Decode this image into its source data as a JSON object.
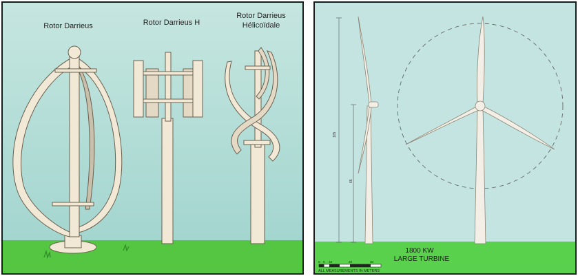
{
  "left_panel": {
    "labels": {
      "darrieus": "Rotor Darrieus",
      "darrieus_h": "Rotor Darrieus H",
      "helicoidal_line1": "Rotor Darrieus",
      "helicoidal_line2": "Hélicoïdale"
    },
    "colors": {
      "sky": "#b3dcd7",
      "grass": "#54c642",
      "turbine": "#f1e8d5",
      "outline": "#6a5f4f"
    }
  },
  "right_panel": {
    "power": "1800 KW",
    "turbine_type": "LARGE TURBINE",
    "scale_note": "ALL MEASUREMENTS IN METERS",
    "dimension_labels": [
      "105",
      "65"
    ],
    "scale_ticks": [
      "0",
      "5",
      "10",
      "20",
      "30"
    ],
    "colors": {
      "sky": "#c4e4e1",
      "grass": "#5ad14c",
      "turbine": "#f3efe6",
      "outline": "#8b8574"
    }
  }
}
